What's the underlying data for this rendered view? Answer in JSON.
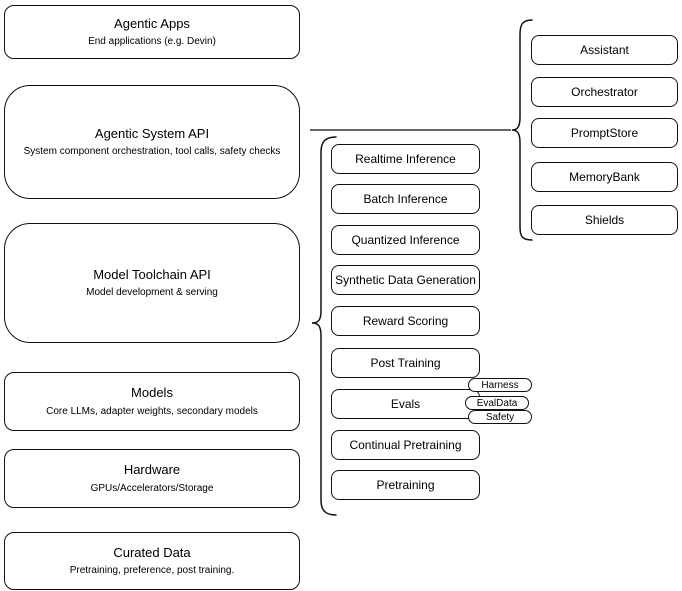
{
  "diagram": {
    "left_stack": [
      {
        "title": "Agentic Apps",
        "subtitle": "End applications (e.g. Devin)"
      },
      {
        "title": "Agentic System API",
        "subtitle": "System component orchestration, tool calls, safety checks"
      },
      {
        "title": "Model Toolchain API",
        "subtitle": "Model development & serving"
      },
      {
        "title": "Models",
        "subtitle": "Core LLMs, adapter weights, secondary models"
      },
      {
        "title": "Hardware",
        "subtitle": "GPUs/Accelerators/Storage"
      },
      {
        "title": "Curated Data",
        "subtitle": "Pretraining, preference, post training."
      }
    ],
    "toolchain_items": [
      "Realtime Inference",
      "Batch Inference",
      "Quantized Inference",
      "Synthetic Data Generation",
      "Reward Scoring",
      "Post Training",
      "Evals",
      "Continual Pretraining",
      "Pretraining"
    ],
    "eval_tags": [
      "Harness",
      "EvalData",
      "Safety"
    ],
    "system_components": [
      "Assistant",
      "Orchestrator",
      "PromptStore",
      "MemoryBank",
      "Shields"
    ],
    "colors": {
      "background": "#ffffff",
      "node_fill": "#ffffff",
      "node_border": "#111111",
      "edge": "#333333"
    }
  }
}
